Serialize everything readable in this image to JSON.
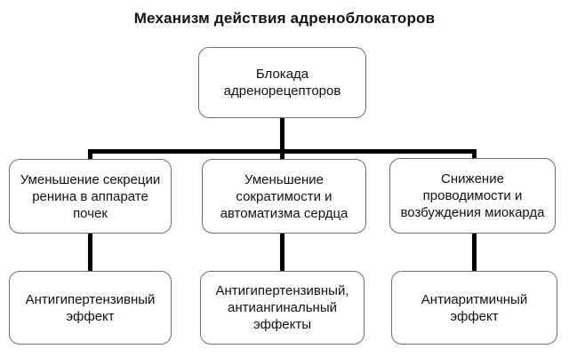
{
  "title": "Механизм действия адреноблокаторов",
  "colors": {
    "background": "#ffffff",
    "box_border": "#6e6e6e",
    "box_fill": "#ffffff",
    "text": "#111111",
    "connector": "#000000"
  },
  "nodes": {
    "root": {
      "label": "Блокада\nадренорецепторов"
    },
    "mechanisms": [
      {
        "label": "Уменьшение секреции\nренина в аппарате\nпочек"
      },
      {
        "label": "Уменьшение\nсократимости и\nавтоматизма сердца"
      },
      {
        "label": "Снижение\nпроводимости и\nвозбуждения миокарда"
      }
    ],
    "effects": [
      {
        "label": "Антигипертензивный\nэффект"
      },
      {
        "label": "Антигипертензивный,\nантиангинальный\nэффекты"
      },
      {
        "label": "Антиаритмичный\nэффект"
      }
    ]
  }
}
